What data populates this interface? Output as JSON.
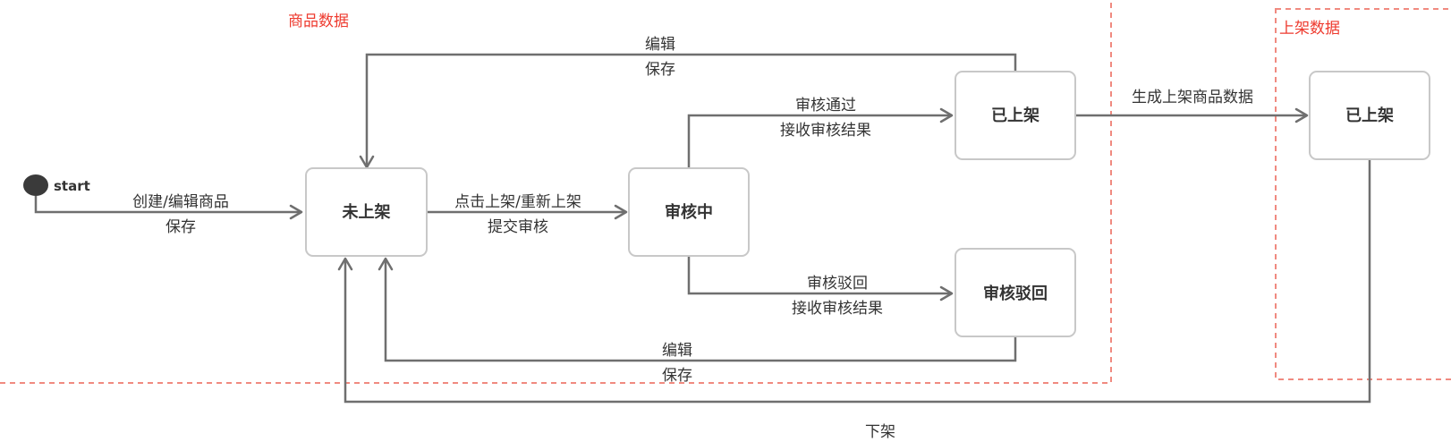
{
  "regions": {
    "product": "商品数据",
    "listed": "上架数据"
  },
  "start_label": "start",
  "states": {
    "unlisted": "未上架",
    "reviewing": "审核中",
    "listed": "已上架",
    "rejected": "审核驳回",
    "listed_data": "已上架"
  },
  "edges": {
    "create_line1": "创建/编辑商品",
    "create_line2": "保存",
    "submit_line1": "点击上架/重新上架",
    "submit_line2": "提交审核",
    "approve_line1": "审核通过",
    "approve_line2": "接收审核结果",
    "reject_line1": "审核驳回",
    "reject_line2": "接收审核结果",
    "edit_top_line1": "编辑",
    "edit_top_line2": "保存",
    "edit_bottom_line1": "编辑",
    "edit_bottom_line2": "保存",
    "generate": "生成上架商品数据",
    "delist": "下架"
  },
  "colors": {
    "region_border": "#f08a80",
    "region_label": "#ee3b2f",
    "edge": "#6f6f6f",
    "box_border": "#c8c8c8"
  }
}
